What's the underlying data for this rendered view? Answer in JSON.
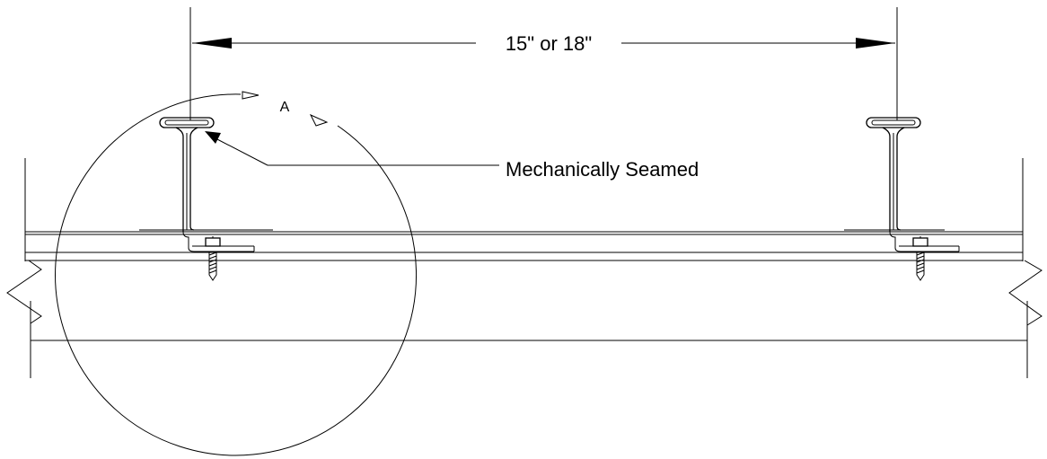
{
  "dimension": {
    "label": "15\" or 18\""
  },
  "detail_callout": {
    "label": "A"
  },
  "leader_note": {
    "label": "Mechanically Seamed"
  }
}
